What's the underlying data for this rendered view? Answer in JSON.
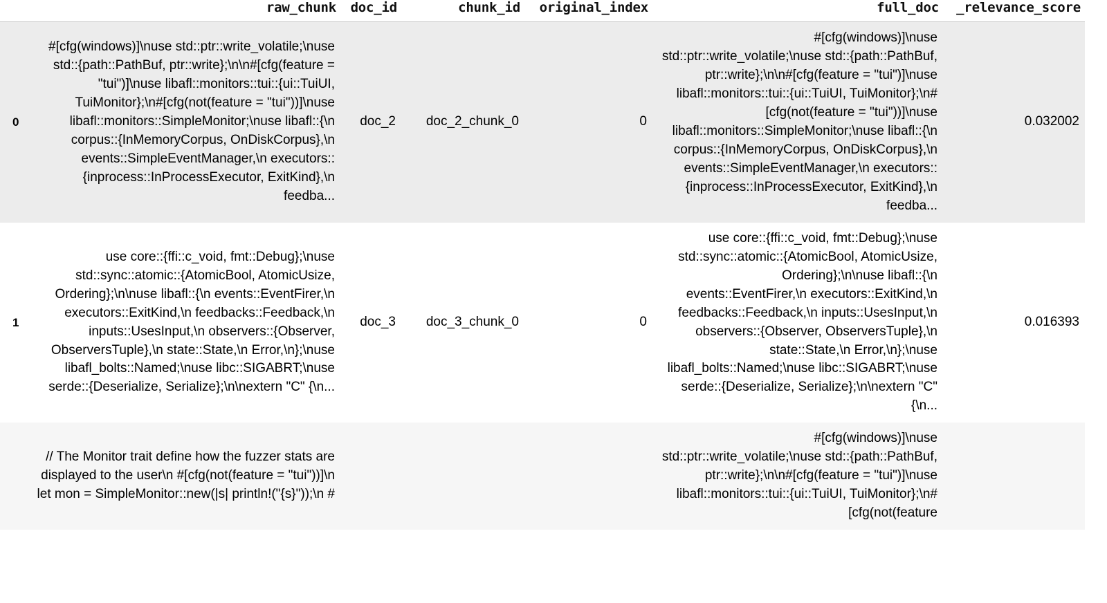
{
  "table": {
    "columns": [
      {
        "key": "raw_chunk",
        "label": "raw_chunk"
      },
      {
        "key": "doc_id",
        "label": "doc_id"
      },
      {
        "key": "chunk_id",
        "label": "chunk_id"
      },
      {
        "key": "original_index",
        "label": "original_index"
      },
      {
        "key": "full_doc",
        "label": "full_doc"
      },
      {
        "key": "_relevance_score",
        "label": "_relevance_score"
      }
    ],
    "rows": [
      {
        "index": "0",
        "raw_chunk": "#[cfg(windows)]\\nuse std::ptr::write_volatile;\\nuse std::{path::PathBuf, ptr::write};\\n\\n#[cfg(feature = \"tui\")]\\nuse libafl::monitors::tui::{ui::TuiUI, TuiMonitor};\\n#[cfg(not(feature = \"tui\"))]\\nuse libafl::monitors::SimpleMonitor;\\nuse libafl::{\\n corpus::{InMemoryCorpus, OnDiskCorpus},\\n events::SimpleEventManager,\\n executors::{inprocess::InProcessExecutor, ExitKind},\\n feedba...",
        "doc_id": "doc_2",
        "chunk_id": "doc_2_chunk_0",
        "original_index": "0",
        "full_doc": "#[cfg(windows)]\\nuse std::ptr::write_volatile;\\nuse std::{path::PathBuf, ptr::write};\\n\\n#[cfg(feature = \"tui\")]\\nuse libafl::monitors::tui::{ui::TuiUI, TuiMonitor};\\n#[cfg(not(feature = \"tui\"))]\\nuse libafl::monitors::SimpleMonitor;\\nuse libafl::{\\n corpus::{InMemoryCorpus, OnDiskCorpus},\\n events::SimpleEventManager,\\n executors::{inprocess::InProcessExecutor, ExitKind},\\n feedba...",
        "_relevance_score": "0.032002"
      },
      {
        "index": "1",
        "raw_chunk": "use core::{ffi::c_void, fmt::Debug};\\nuse std::sync::atomic::{AtomicBool, AtomicUsize, Ordering};\\n\\nuse libafl::{\\n events::EventFirer,\\n executors::ExitKind,\\n feedbacks::Feedback,\\n inputs::UsesInput,\\n observers::{Observer, ObserversTuple},\\n state::State,\\n Error,\\n};\\nuse libafl_bolts::Named;\\nuse libc::SIGABRT;\\nuse serde::{Deserialize, Serialize};\\n\\nextern \"C\" {\\n...",
        "doc_id": "doc_3",
        "chunk_id": "doc_3_chunk_0",
        "original_index": "0",
        "full_doc": "use core::{ffi::c_void, fmt::Debug};\\nuse std::sync::atomic::{AtomicBool, AtomicUsize, Ordering};\\n\\nuse libafl::{\\n events::EventFirer,\\n executors::ExitKind,\\n feedbacks::Feedback,\\n inputs::UsesInput,\\n observers::{Observer, ObserversTuple},\\n state::State,\\n Error,\\n};\\nuse libafl_bolts::Named;\\nuse libc::SIGABRT;\\nuse serde::{Deserialize, Serialize};\\n\\nextern \"C\" {\\n...",
        "_relevance_score": "0.016393"
      },
      {
        "index": "",
        "raw_chunk": "// The Monitor trait define how the fuzzer stats are displayed to the user\\n #[cfg(not(feature = \"tui\"))]\\n let mon = SimpleMonitor::new(|s| println!(\"{s}\"));\\n #",
        "doc_id": "",
        "chunk_id": "",
        "original_index": "",
        "full_doc": "#[cfg(windows)]\\nuse std::ptr::write_volatile;\\nuse std::{path::PathBuf, ptr::write};\\n\\n#[cfg(feature = \"tui\")]\\nuse libafl::monitors::tui::{ui::TuiUI, TuiMonitor};\\n#[cfg(not(feature",
        "_relevance_score": ""
      }
    ]
  }
}
